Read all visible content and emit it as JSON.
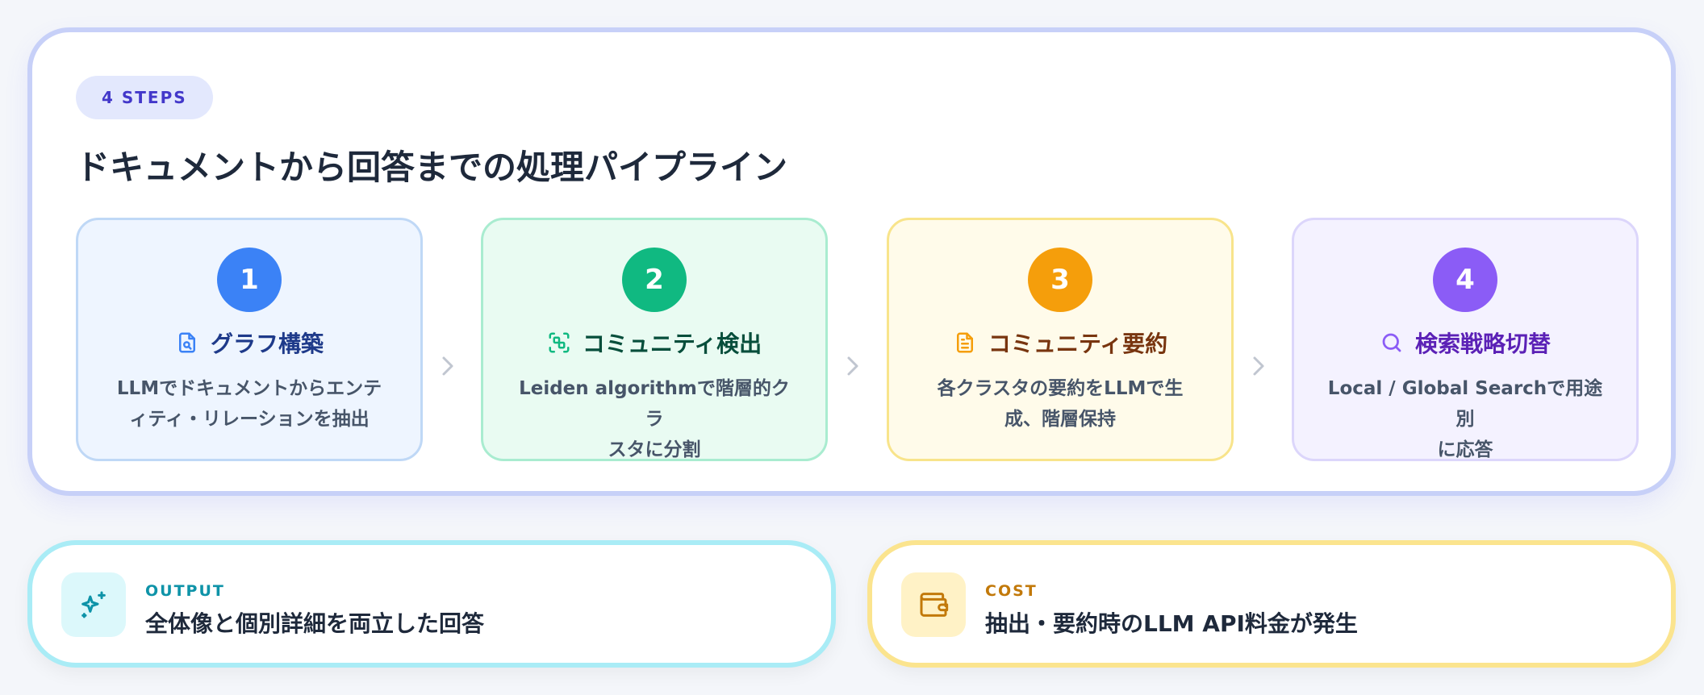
{
  "badge": "4 STEPS",
  "title": "ドキュメントから回答までの処理パイプライン",
  "steps": [
    {
      "number": "1",
      "icon": "document-search-icon",
      "title": "グラフ構築",
      "desc_line1": "LLMでドキュメントからエンテ",
      "desc_line2": "ィティ・リレーションを抽出",
      "color": "#3b82f6"
    },
    {
      "number": "2",
      "icon": "cluster-scan-icon",
      "title": "コミュニティ検出",
      "desc_line1": "Leiden algorithmで階層的クラ",
      "desc_line2": "スタに分割",
      "color": "#10b981"
    },
    {
      "number": "3",
      "icon": "document-text-icon",
      "title": "コミュニティ要約",
      "desc_line1": "各クラスタの要約をLLMで生",
      "desc_line2": "成、階層保持",
      "color": "#f59e0b"
    },
    {
      "number": "4",
      "icon": "search-icon",
      "title": "検索戦略切替",
      "desc_line1": "Local / Global Searchで用途別",
      "desc_line2": "に応答",
      "color": "#8b5cf6"
    }
  ],
  "output": {
    "icon": "sparkles-icon",
    "label": "OUTPUT",
    "text": "全体像と個別詳細を両立した回答",
    "color": "#0e93a8"
  },
  "cost": {
    "icon": "wallet-icon",
    "label": "COST",
    "text": "抽出・要約時のLLM API料金が発生",
    "color": "#c2790a"
  }
}
